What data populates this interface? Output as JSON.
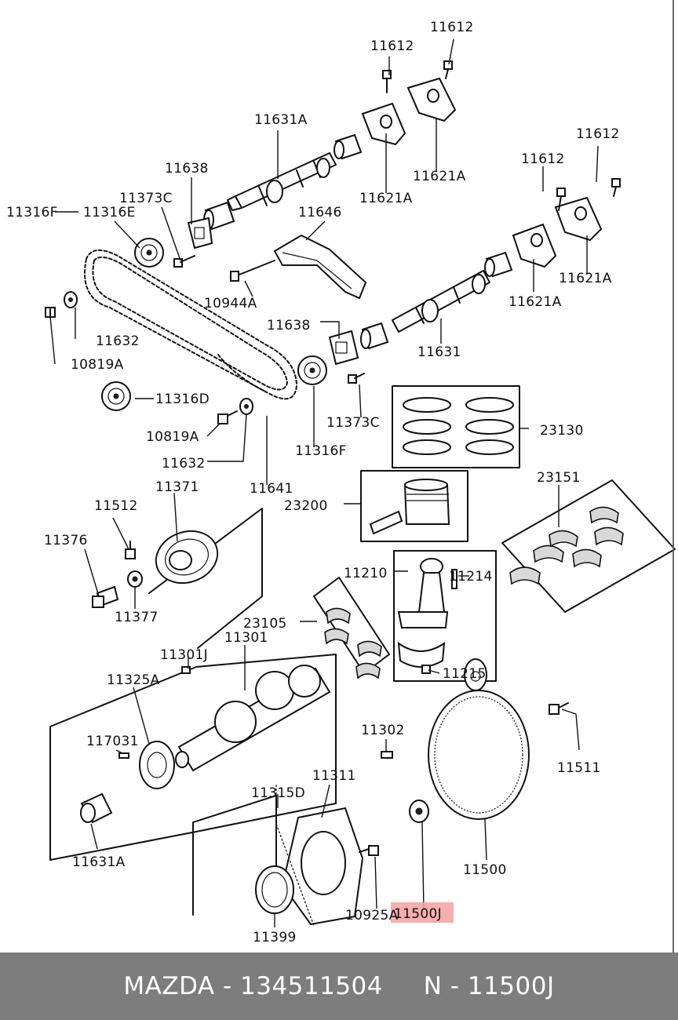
{
  "diagram": {
    "labels": {
      "l11612a": "11612",
      "l11612b": "11612",
      "l11631a": "11631A",
      "l11621a1": "11621A",
      "l11621a2": "11621A",
      "l11638a": "11638",
      "l11373c_a": "11373C",
      "l11316f_a": "11316F",
      "l11316e": "11316E",
      "l11646": "11646",
      "l11612c": "11612",
      "l11612d": "11612",
      "l11621a3": "11621A",
      "l11621a4": "11621A",
      "l10944a": "10944A",
      "l11632a": "11632",
      "l10819a_a": "10819A",
      "l11638b": "11638",
      "l11631b": "11631",
      "l11316d": "11316D",
      "l11373c_b": "11373C",
      "l23130": "23130",
      "l10819a_b": "10819A",
      "l11316f_b": "11316F",
      "l11632b": "11632",
      "l11641": "11641",
      "l11371": "11371",
      "l11512": "11512",
      "l23200": "23200",
      "l23151": "23151",
      "l11376": "11376",
      "l11210": "11210",
      "l11214": "11214",
      "l11377": "11377",
      "l23105": "23105",
      "l11301": "11301",
      "l11301j": "11301J",
      "l11325a": "11325A",
      "l11215": "11215",
      "l11302": "11302",
      "l117031": "117031",
      "l11511": "11511",
      "l11311": "11311",
      "l11315d": "11315D",
      "l11500": "11500",
      "l11500j": "11500J",
      "l10925a": "10925A",
      "l11399": "11399"
    },
    "highlight_color": "#f4a0a0"
  },
  "footer": {
    "brand": "MAZDA",
    "part_number": "134511504",
    "ref": "N - 11500J",
    "text": "MAZDA - 134511504     N - 11500J"
  }
}
